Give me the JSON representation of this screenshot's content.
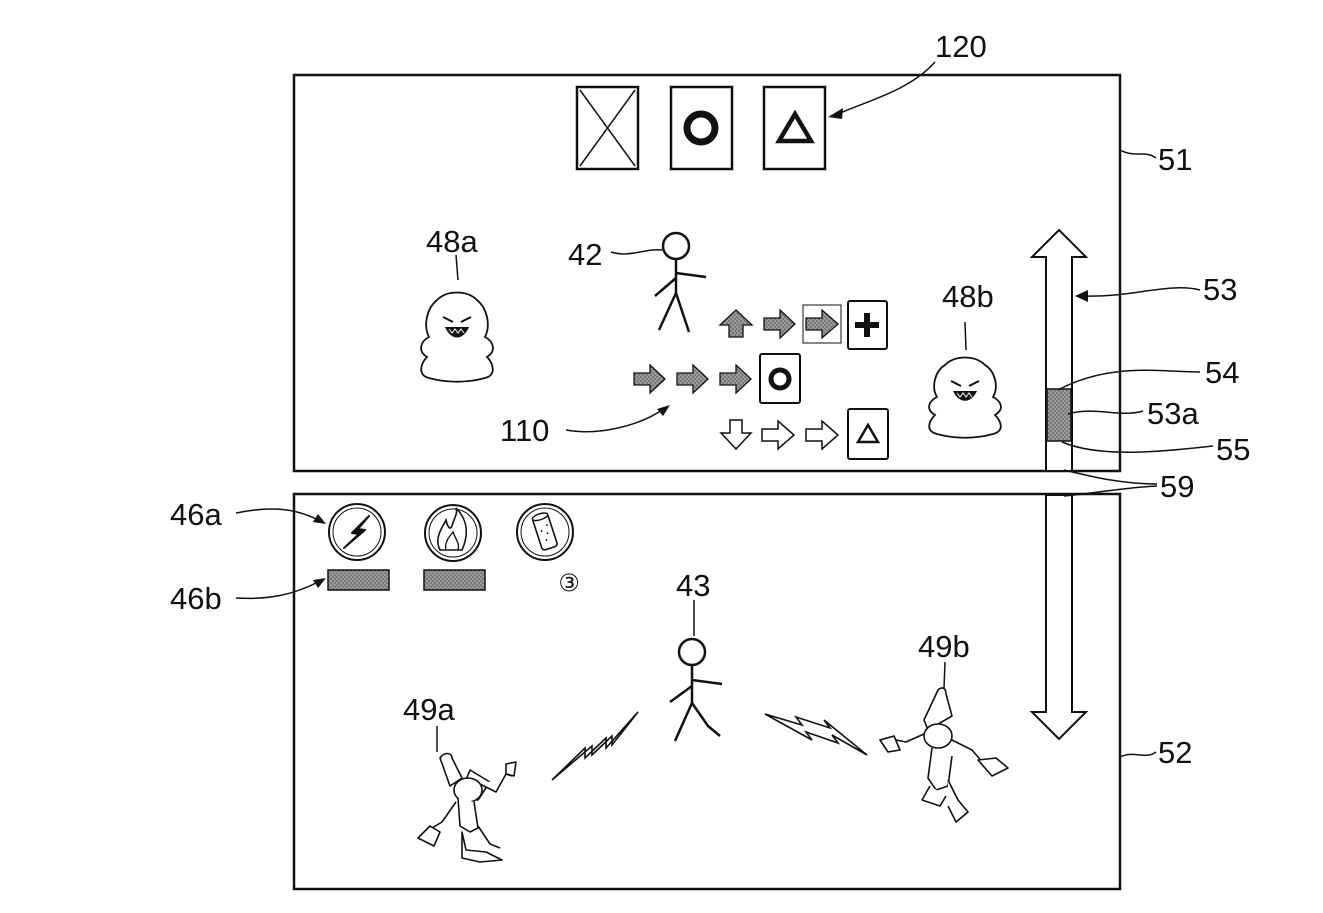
{
  "screens": {
    "upper": {
      "ref": "51"
    },
    "lower": {
      "ref": "52"
    }
  },
  "command_bar": {
    "ref": "120",
    "buttons": [
      {
        "symbol": "cross",
        "icon": "cross-box-icon"
      },
      {
        "symbol": "circle",
        "icon": "circle-icon"
      },
      {
        "symbol": "triangle",
        "icon": "triangle-icon"
      }
    ]
  },
  "characters": {
    "player_upper": "42",
    "player_lower": "43",
    "ghost_left": "48a",
    "ghost_right": "48b",
    "elf_left": "49a",
    "elf_right": "49b"
  },
  "command_tree": {
    "ref": "110"
  },
  "scroll": {
    "bar_ref": "53",
    "thumb_ref": "53a",
    "thumb_top_ref": "54",
    "thumb_bottom_ref": "55",
    "gap_ref": "59"
  },
  "items": {
    "icon_ref": "46a",
    "gauge_ref": "46b",
    "icons": [
      "lightning-icon",
      "fire-icon",
      "potion-icon"
    ],
    "count": "③"
  },
  "colors": {
    "ink": "#111111",
    "gray_fill": "#8a8a8a",
    "paper": "#ffffff"
  }
}
